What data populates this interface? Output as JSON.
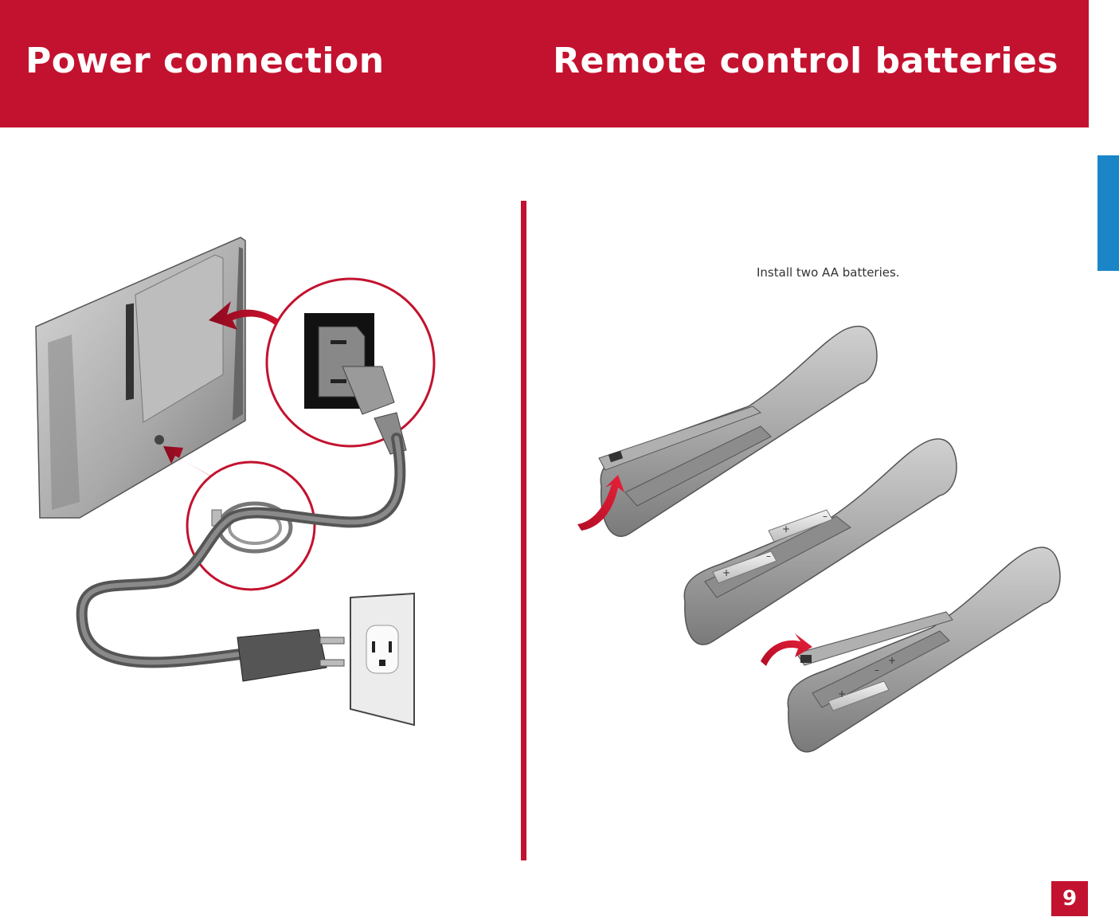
{
  "header": {
    "left_title": "Power connection",
    "right_title": "Remote control batteries"
  },
  "instruction": "Install two AA batteries.",
  "page_number": "9",
  "colors": {
    "brand_red": "#c3122f",
    "tab_blue": "#1a86c8"
  },
  "illustration_left": {
    "icons": [
      "tv-rear-icon",
      "power-inlet-icon",
      "cable-clip-icon",
      "wall-outlet-icon",
      "power-plug-icon"
    ]
  },
  "illustration_right": {
    "battery_marks": [
      "+",
      "–",
      "+",
      "–",
      "+",
      "–",
      "+"
    ]
  }
}
